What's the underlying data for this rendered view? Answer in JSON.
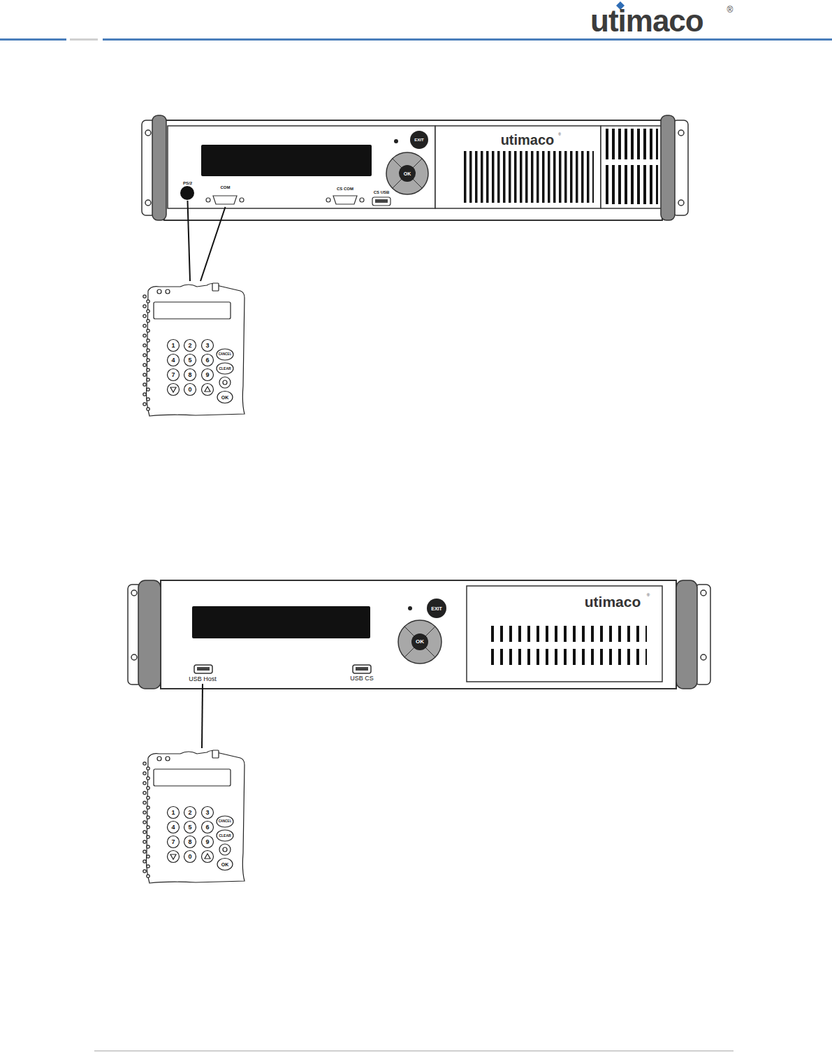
{
  "diagram": {
    "nodes": [
      {
        "text": [
          "utimaco"
        ]
      },
      {
        "text": [
          "PS/2"
        ],
        "in": 0
      },
      {
        "text": [
          "COM"
        ],
        "in": 0
      },
      {
        "text": [
          "1",
          "2",
          "3",
          "CANCEL",
          "4",
          "5",
          "6",
          "CLEAR",
          "7",
          "8",
          "9",
          "0",
          "OK"
        ]
      },
      {
        "text": [
          "utimaco"
        ]
      },
      {
        "text": [
          "USB Host"
        ],
        "in": 4
      },
      {
        "text": [
          "1",
          "2",
          "3",
          "CANCEL",
          "4",
          "5",
          "6",
          "CLEAR",
          "7",
          "8",
          "9",
          "0",
          "OK"
        ]
      }
    ],
    "edges": [
      {
        "from": 1,
        "to": 3,
        "arrow": "none"
      },
      {
        "from": 2,
        "to": 3,
        "arrow": "none"
      },
      {
        "from": 5,
        "to": 6,
        "arrow": "none"
      }
    ],
    "labels": [
      "utimaco",
      "®",
      "EXIT",
      "OK",
      "CS COM",
      "CS USB",
      "®",
      "EXIT",
      "OK",
      "USB CS",
      "®"
    ]
  }
}
